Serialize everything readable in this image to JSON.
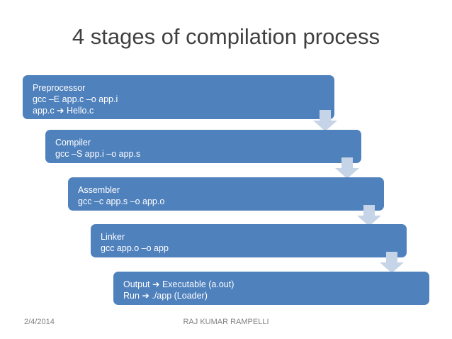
{
  "slide": {
    "title": "4 stages of compilation process",
    "stages": [
      {
        "name": "preprocessor",
        "lines": [
          "Preprocessor",
          "gcc –E app.c –o app.i",
          "app.c ➔ Hello.c"
        ]
      },
      {
        "name": "compiler",
        "lines": [
          "Compiler",
          "gcc –S app.i –o app.s"
        ]
      },
      {
        "name": "assembler",
        "lines": [
          "Assembler",
          "gcc –c app.s –o app.o"
        ]
      },
      {
        "name": "linker",
        "lines": [
          "Linker",
          "gcc app.o –o app"
        ]
      },
      {
        "name": "output",
        "lines": [
          "Output ➔ Executable (a.out)",
          "Run ➔ ./app (Loader)"
        ]
      }
    ],
    "footer": {
      "date": "2/4/2014",
      "author": "RAJ KUMAR RAMPELLI"
    },
    "colors": {
      "stage_fill": "#4f81bd",
      "arrow_fill": "#c5d4e6",
      "title_text": "#404040",
      "footer_text": "#808080"
    }
  }
}
